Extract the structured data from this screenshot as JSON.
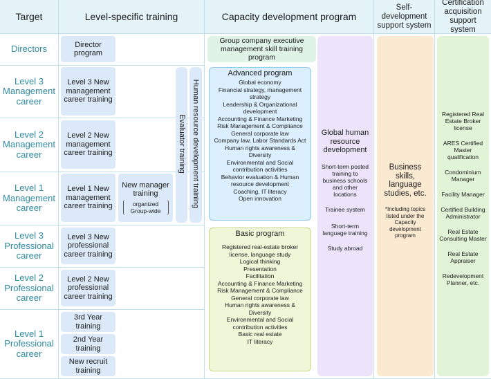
{
  "headers": {
    "target": "Target",
    "level_specific": "Level-specific training",
    "capacity": "Capacity development program",
    "self_dev": "Self-development support system",
    "certification": "Certification acquisition support system"
  },
  "rows": {
    "directors": "Directors",
    "l3_mgmt": "Level 3 Management career",
    "l2_mgmt": "Level 2 Management career",
    "l1_mgmt": "Level 1 Management career",
    "l3_prof": "Level 3 Professional career",
    "l2_prof": "Level 2 Professional career",
    "l1_prof": "Level 1 Professional career"
  },
  "level_boxes": {
    "director": "Director program",
    "l3_mgmt": "Level 3 New management career training",
    "l2_mgmt": "Level 2 New management career training",
    "l1_mgmt": "Level 1 New management career training",
    "new_manager_main": "New manager training",
    "new_manager_sub": "organized Group-wide",
    "l3_prof": "Level 3 New professional career training",
    "l2_prof": "Level 2 New professional career training",
    "third_year": "3rd Year training",
    "second_year": "2nd Year training",
    "new_recruit": "New recruit training"
  },
  "vertical": {
    "evaluator": "Evaluator training",
    "hr_dev": "Human resource development training"
  },
  "group_exec": "Group company executive management skill training program",
  "advanced": {
    "title": "Advanced program",
    "items": [
      "Global economy",
      "Financial strategy, management strategy",
      "Leadership & Organizational development",
      "Accounting & Finance Marketing",
      "Risk Management & Compliance",
      "General corporate law",
      "Company law, Labor Standards Act",
      "Human rights awareness & Diversity",
      "Environmental and Social contribution activities",
      "Behavior evaluation & Human resource development",
      "Coaching, IT literacy",
      "Open innovation"
    ]
  },
  "basic": {
    "title": "Basic program",
    "items": [
      "Registered real-estate broker license, language study",
      "Logical thinking",
      "Presentation",
      "Facilitation",
      "Accounting & Finance Marketing",
      "Risk Management & Compliance",
      "General corporate law",
      "Human rights awareness & Diversity",
      "Environmental and Social contribution activities",
      "Basic real estate",
      "IT literacy"
    ]
  },
  "global": {
    "title": "Global human resource development",
    "items": [
      "Short-term posted training to business schools and other locations",
      "Trainee system",
      "Short-term language training",
      "Study abroad"
    ]
  },
  "self_dev": {
    "main": "Business skills, language studies, etc.",
    "note": "*Including topics listed under the Capacity development program"
  },
  "certs": [
    "Registered Real Estate Broker license",
    "ARES Certified Master qualification",
    "Condominium Manager",
    "Facility Manager",
    "Certified Building Administrator",
    "Real Estate Consulting Master",
    "Real Estate Appraiser",
    "Redevelopment Planner, etc."
  ],
  "colors": {
    "header_bg": "#e5f4f8",
    "label_text": "#2f8aa0",
    "level_box": "#dbe9f9",
    "group_exec": "#dff3e6",
    "advanced_bg": "#dcefff",
    "advanced_border": "#8ec9e8",
    "basic_bg": "#f0f7d8",
    "basic_border": "#c6d98a",
    "global_bg": "#ede4fb",
    "self_dev_bg": "#fbead2",
    "certs_bg": "#e2f4d7"
  }
}
